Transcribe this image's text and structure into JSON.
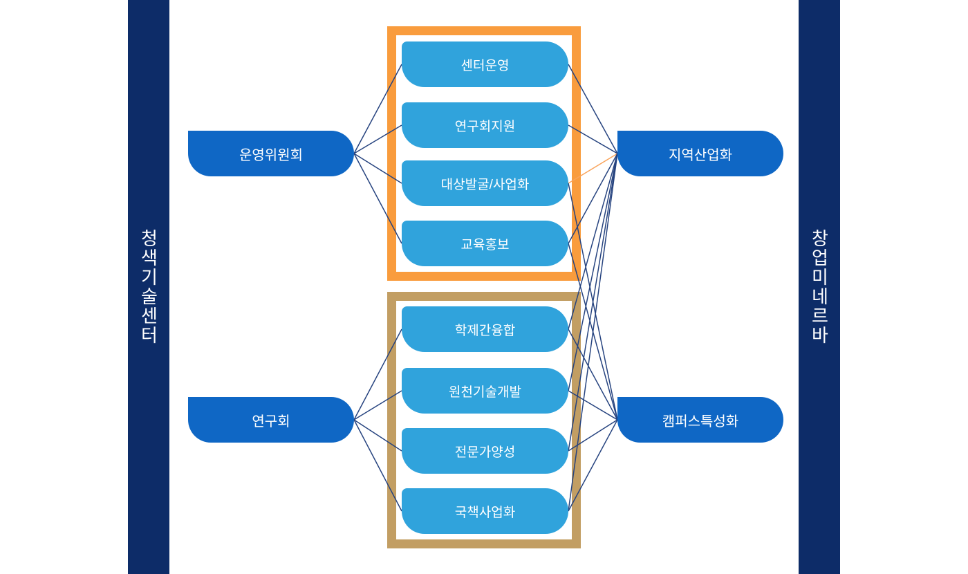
{
  "left_bar": {
    "label": "청색기술센터"
  },
  "right_bar": {
    "label": "창업미네르바"
  },
  "nodes": {
    "committee": {
      "label": "운영위원회"
    },
    "research": {
      "label": "연구회"
    },
    "regional": {
      "label": "지역산업화"
    },
    "campus": {
      "label": "캠퍼스특성화"
    }
  },
  "groups": {
    "operations": {
      "border_color": "#f99c3d",
      "items": [
        {
          "id": "center-ops",
          "label": "센터운영"
        },
        {
          "id": "research-support",
          "label": "연구회지원"
        },
        {
          "id": "discovery",
          "label": "대상발굴/사업화"
        },
        {
          "id": "edu-pr",
          "label": "교육홍보"
        }
      ]
    },
    "research_fields": {
      "border_color": "#c29e63",
      "items": [
        {
          "id": "interdisciplinary",
          "label": "학제간융합"
        },
        {
          "id": "core-tech",
          "label": "원천기술개발"
        },
        {
          "id": "expert",
          "label": "전문가양성"
        },
        {
          "id": "national",
          "label": "국책사업화"
        }
      ]
    }
  },
  "edges": [
    {
      "from": "committee",
      "to": "center-ops",
      "color": "navy"
    },
    {
      "from": "committee",
      "to": "research-support",
      "color": "navy"
    },
    {
      "from": "committee",
      "to": "discovery",
      "color": "navy"
    },
    {
      "from": "committee",
      "to": "edu-pr",
      "color": "navy"
    },
    {
      "from": "research",
      "to": "interdisciplinary",
      "color": "navy"
    },
    {
      "from": "research",
      "to": "core-tech",
      "color": "navy"
    },
    {
      "from": "research",
      "to": "expert",
      "color": "navy"
    },
    {
      "from": "research",
      "to": "national",
      "color": "navy"
    },
    {
      "from": "center-ops",
      "to": "regional",
      "color": "navy"
    },
    {
      "from": "research-support",
      "to": "regional",
      "color": "navy"
    },
    {
      "from": "discovery",
      "to": "regional",
      "color": "orange"
    },
    {
      "from": "edu-pr",
      "to": "regional",
      "color": "navy"
    },
    {
      "from": "interdisciplinary",
      "to": "campus",
      "color": "navy"
    },
    {
      "from": "core-tech",
      "to": "campus",
      "color": "navy"
    },
    {
      "from": "expert",
      "to": "campus",
      "color": "navy"
    },
    {
      "from": "national",
      "to": "campus",
      "color": "navy"
    },
    {
      "from": "regional",
      "to": "interdisciplinary",
      "color": "navy"
    },
    {
      "from": "regional",
      "to": "core-tech",
      "color": "navy"
    },
    {
      "from": "regional",
      "to": "expert",
      "color": "navy"
    },
    {
      "from": "regional",
      "to": "national",
      "color": "navy"
    },
    {
      "from": "campus",
      "to": "discovery",
      "color": "navy"
    },
    {
      "from": "campus",
      "to": "edu-pr",
      "color": "navy"
    }
  ],
  "colors": {
    "background": "#ffffff",
    "side_bar": "#0d2c68",
    "node_blue": "#0f67c5",
    "pill_blue": "#30a3dc",
    "operations_border": "#f99c3d",
    "research_border": "#c29e63",
    "line_navy": "#26437f",
    "line_orange": "#f9a45c",
    "text": "#ffffff"
  }
}
